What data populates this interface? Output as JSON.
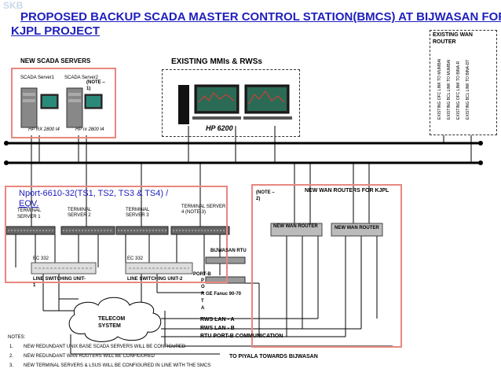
{
  "logo": "SKB",
  "title_line1": "PROPOSED BACKUP SCADA MASTER CONTROL STATION(BMCS) AT BIJWASAN FOR",
  "title_line2": "KJPL PROJECT",
  "existing_wan_router": {
    "label": "EXISTING WAN ROUTER",
    "links": [
      "EXISTING OFC LINK TO MUMBAI",
      "EXISTING BCL LINK TO MUMBAI",
      "EXISTING OFC LINK TO BINA-R",
      "EXISTING BCL LINK TO BINA-DT"
    ]
  },
  "new_scada_servers": {
    "heading": "NEW SCADA SERVERS",
    "server1": "SCADA Server1",
    "server2": "SCADA Server2",
    "note1_a": "(NOTE –",
    "note1_b": "1)",
    "model1": "HP RX 2800 I4",
    "model2": "HP rx 2800 I4"
  },
  "existing_mmis": {
    "heading": "EXISTING MMIs & RWSs",
    "model": "HP 6200"
  },
  "nport": {
    "heading_a": "Nport-6610-32(TS1, TS2, TS3 & TS4) /",
    "heading_b": "EQV.",
    "ts1": "TERMINAL SERVER  1",
    "ts2_a": "TERMINAL",
    "ts2_b": "SERVER  2",
    "ts3_a": "TERMINAL",
    "ts3_b": "SERVER 3",
    "ts4_a": "TERMINAL SERVER",
    "ts4_b": "4 (NOTE-3)",
    "ec1": "EC 332",
    "ec2": "EC 332",
    "lsu1": "LINE   SWITCHING  UNIT-",
    "lsu1_num": "1",
    "lsu2": "LINE   SWITCHING UNIT-2"
  },
  "new_wan": {
    "note2_a": "(NOTE –",
    "note2_b": "2)",
    "heading": "NEW WAN ROUTERS FOR KJPL",
    "router1": "NEW WAN ROUTER",
    "router2": "NEW WAN ROUTER"
  },
  "rtu": {
    "label": "BIJWASAN  RTU",
    "port_b": "PORT-B",
    "portal_letters": [
      "P",
      "O",
      "R",
      "T",
      "A"
    ],
    "ge": "GE Fanuc 90-70"
  },
  "telecom": {
    "line1": "TELECOM",
    "line2": "SYSTEM"
  },
  "legend": {
    "rws_a": "RWS LAN - A",
    "rws_b": "RWS LAN - B",
    "rtu_comm": "RTU PORT-B COMMUNICATION",
    "piyala": "TO PIYALA TOWARDS BIJWASAN"
  },
  "notes": {
    "heading": "NOTES:",
    "items": [
      {
        "num": "1.",
        "text": "NEW REDUNDANT UNIX BASE SCADA SERVERS WILL BE CONFIGURED"
      },
      {
        "num": "2.",
        "text": "NEW REDUNDANT WAN ROUTERS WILL BE CONFIGURED"
      },
      {
        "num": "3.",
        "text": "NEW TERMINAL SERVERS & LSUS WILL BE CONFIGURED IN LINE WITH THE SMCS"
      }
    ]
  },
  "colors": {
    "title": "#1e1ebe",
    "highlight_box": "#e8877f",
    "nport_text": "#1e1ebe"
  }
}
